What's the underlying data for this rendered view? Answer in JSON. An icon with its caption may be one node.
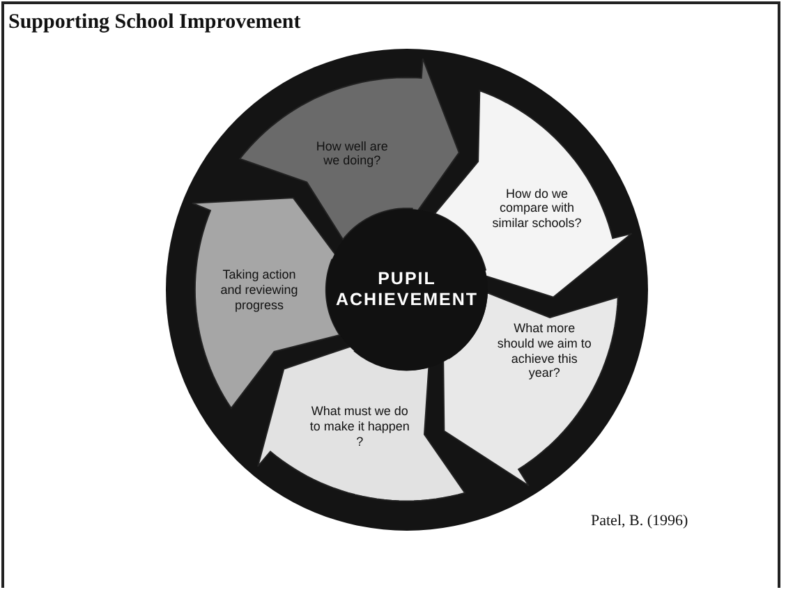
{
  "diagram": {
    "title": "Supporting School Improvement",
    "caption": "Patel, B. (1996)",
    "nodes": [
      {
        "text": [
          "PUPIL ACHIEVEMENT"
        ]
      },
      {
        "text": [
          "How well are we doing?"
        ]
      },
      {
        "text": [
          "How do we compare with similar schools?"
        ]
      },
      {
        "text": [
          "What more should we aim to achieve this year?"
        ]
      },
      {
        "text": [
          "What must we do to make it happen ?"
        ]
      },
      {
        "text": [
          "Taking action and reviewing progress"
        ]
      }
    ]
  }
}
